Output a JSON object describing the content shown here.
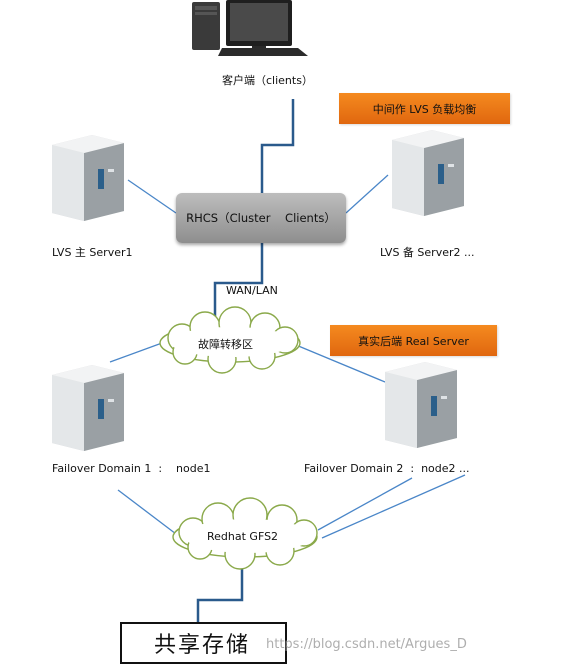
{
  "nodes": {
    "client": "客户端（clients）",
    "rhcs": "RHCS（Cluster    Clients）",
    "lvs_master": "LVS 主 Server1",
    "lvs_backup": "LVS 备 Server2 ...",
    "wan_lan": "WAN/LAN",
    "failover_zone": "故障转移区",
    "failover_domain_1": "Failover Domain 1  :    node1",
    "failover_domain_2": "Failover Domain 2  :  node2 ...",
    "gfs2": "Redhat GFS2",
    "shared_storage": "共享存储"
  },
  "banners": {
    "lvs_balance": "中间作 LVS 负载均衡",
    "real_server": "真实后端 Real Server"
  },
  "watermark": "https://blog.csdn.net/Argues_D",
  "colors": {
    "link_line": "#2a5a8c",
    "thin_link": "#4a86c8",
    "banner_orange": "#f07a1a",
    "rhcs_gray": "#a6a6a6"
  }
}
